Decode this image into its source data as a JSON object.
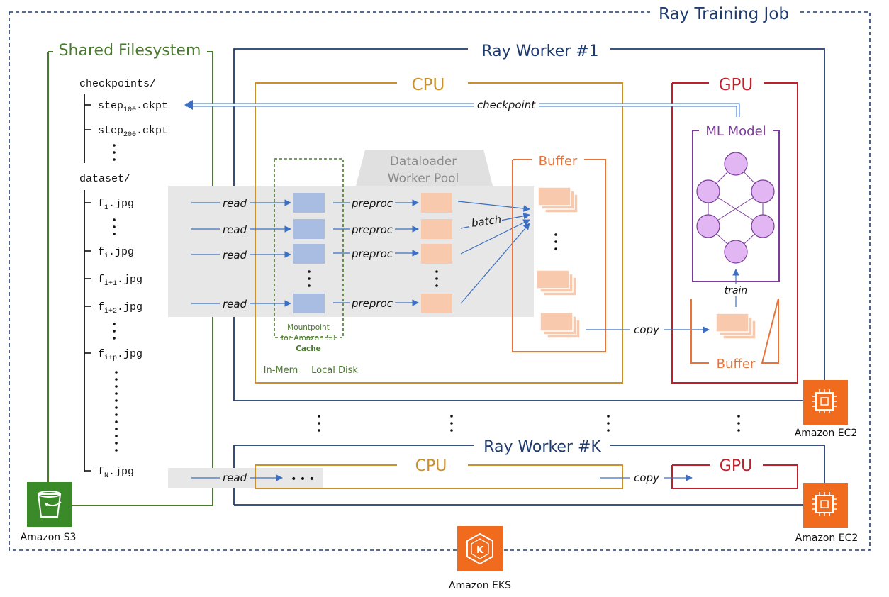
{
  "title": "Ray Training Job",
  "shared_fs": {
    "title": "Shared Filesystem",
    "checkpoints_dir": "checkpoints/",
    "ckpt1": {
      "base": "step",
      "sub": "100",
      "suffix": ".ckpt"
    },
    "ckpt2": {
      "base": "step",
      "sub": "200",
      "suffix": ".ckpt"
    },
    "dataset_dir": "dataset/",
    "files": [
      {
        "base": "f",
        "sub": "1",
        "suffix": ".jpg"
      },
      {
        "base": "f",
        "sub": "i",
        "suffix": ".jpg"
      },
      {
        "base": "f",
        "sub": "i+1",
        "suffix": ".jpg"
      },
      {
        "base": "f",
        "sub": "i+2",
        "suffix": ".jpg"
      },
      {
        "base": "f",
        "sub": "i+p",
        "suffix": ".jpg"
      },
      {
        "base": "f",
        "sub": "N",
        "suffix": ".jpg"
      }
    ]
  },
  "worker1": {
    "title": "Ray Worker #1",
    "cpu": "CPU",
    "gpu": "GPU",
    "checkpoint": "checkpoint",
    "dataloader_line1": "Dataloader",
    "dataloader_line2": "Worker Pool",
    "read": "read",
    "preproc": "preproc",
    "batch": "batch",
    "buffer": "Buffer",
    "copy": "copy",
    "train": "train",
    "ml_model": "ML Model",
    "gpu_buffer": "Buffer",
    "mountpoint_line1": "Mountpoint",
    "mountpoint_line2": "for Amazon S3",
    "cache": "Cache",
    "in_mem": "In-Mem",
    "local_disk": "Local Disk"
  },
  "workerK": {
    "title": "Ray Worker #K",
    "cpu": "CPU",
    "gpu": "GPU",
    "read": "read",
    "copy": "copy",
    "ellipsis": "• • •"
  },
  "services": {
    "s3": "Amazon S3",
    "ec2_1": "Amazon EC2",
    "ec2_2": "Amazon EC2",
    "eks": "Amazon EKS"
  },
  "colors": {
    "job_border": "#1f3b6e",
    "fs_green": "#4a7a2c",
    "cpu_gold": "#c8902e",
    "gpu_red": "#c0202c",
    "buffer_orange": "#e8743b",
    "model_purple": "#7b3b9a",
    "node_fill": "#e2b6f2",
    "cache_blue": "#a9bde3",
    "preproc_peach": "#f9c9ad",
    "arrow_blue": "#3a6fc4",
    "aws_orange": "#f06b1e",
    "s3_green": "#3b8a2a"
  }
}
